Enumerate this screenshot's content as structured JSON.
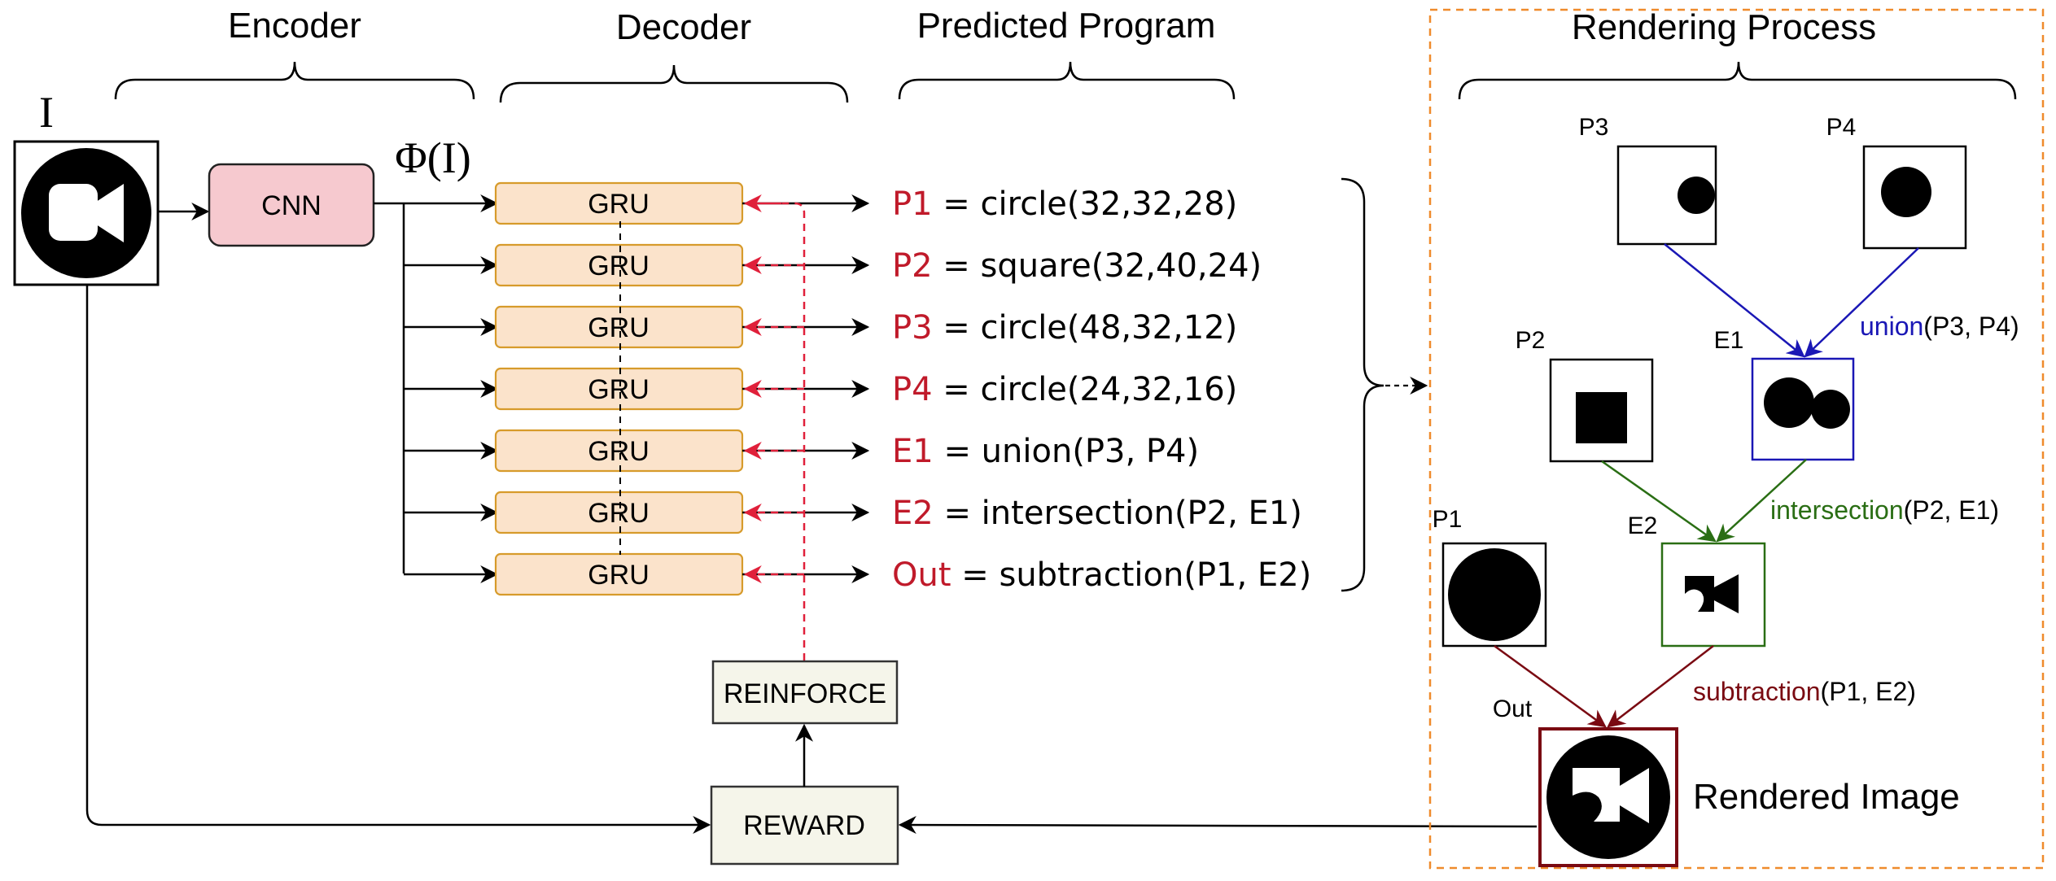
{
  "headers": {
    "encoder": "Encoder",
    "decoder": "Decoder",
    "predicted_program": "Predicted Program",
    "rendering_process": "Rendering Process"
  },
  "input": {
    "symbol": "I",
    "icon": "video-camera-icon"
  },
  "cnn_label": "CNN",
  "phi_label": "Φ(I)",
  "gru_label": "GRU",
  "gru_count": 7,
  "program_lines": [
    {
      "var": "P1",
      "expr": " = circle(32,32,28)"
    },
    {
      "var": "P2",
      "expr": " = square(32,40,24)"
    },
    {
      "var": "P3",
      "expr": " = circle(48,32,12)"
    },
    {
      "var": "P4",
      "expr": " = circle(24,32,16)"
    },
    {
      "var": "E1",
      "expr": " = union(P3, P4)"
    },
    {
      "var": "E2",
      "expr": " = intersection(P2, E1)"
    },
    {
      "var": "Out",
      "expr": " = subtraction(P1, E2)"
    }
  ],
  "reinforce_label": "REINFORCE",
  "reward_label": "REWARD",
  "render": {
    "p3": "P3",
    "p4": "P4",
    "p2": "P2",
    "e1": "E1",
    "p1": "P1",
    "e2": "E2",
    "out": "Out",
    "union_op": "union",
    "union_args": "(P3, P4)",
    "intersection_op": "intersection",
    "intersection_args": "(P2, E1)",
    "subtraction_op": "subtraction",
    "subtraction_args": "(P1, E2)",
    "rendered_image": "Rendered Image"
  },
  "colors": {
    "variable_red": "#c01a2a",
    "union_blue": "#1a17b5",
    "intersection_green": "#2a6e14",
    "subtraction_darkred": "#7a0a12",
    "cnn_fill": "#f6c9cf",
    "gru_fill": "#fbe3cb",
    "gru_stroke": "#d79b2b",
    "box_fill": "#f5f5ea",
    "dashed_orange": "#ef8b2c"
  }
}
